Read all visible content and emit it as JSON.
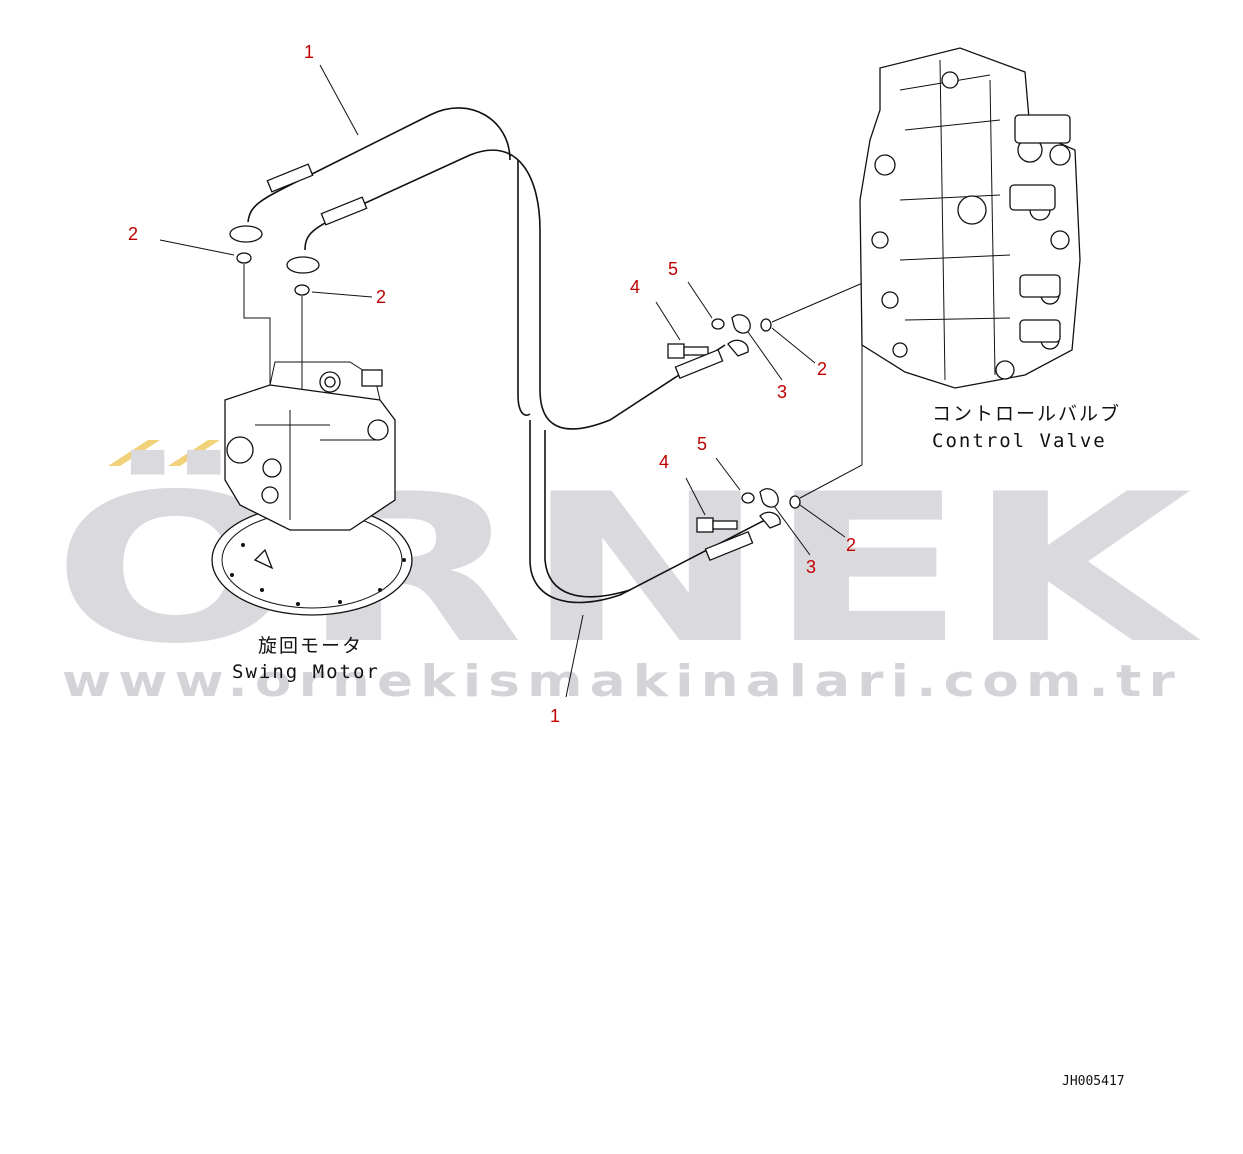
{
  "watermark": {
    "brand": "ÖRNEK",
    "url": "www.ornekismakinalari.com.tr"
  },
  "components": {
    "swing_motor": {
      "label_jp": "旋回モータ",
      "label_en": "Swing Motor"
    },
    "control_valve": {
      "label_jp": "コントロールバルブ",
      "label_en": "Control Valve"
    }
  },
  "callouts": [
    "1",
    "2",
    "2",
    "4",
    "5",
    "3",
    "2",
    "4",
    "5",
    "3",
    "2",
    "1"
  ],
  "drawing_id": "JH005417"
}
